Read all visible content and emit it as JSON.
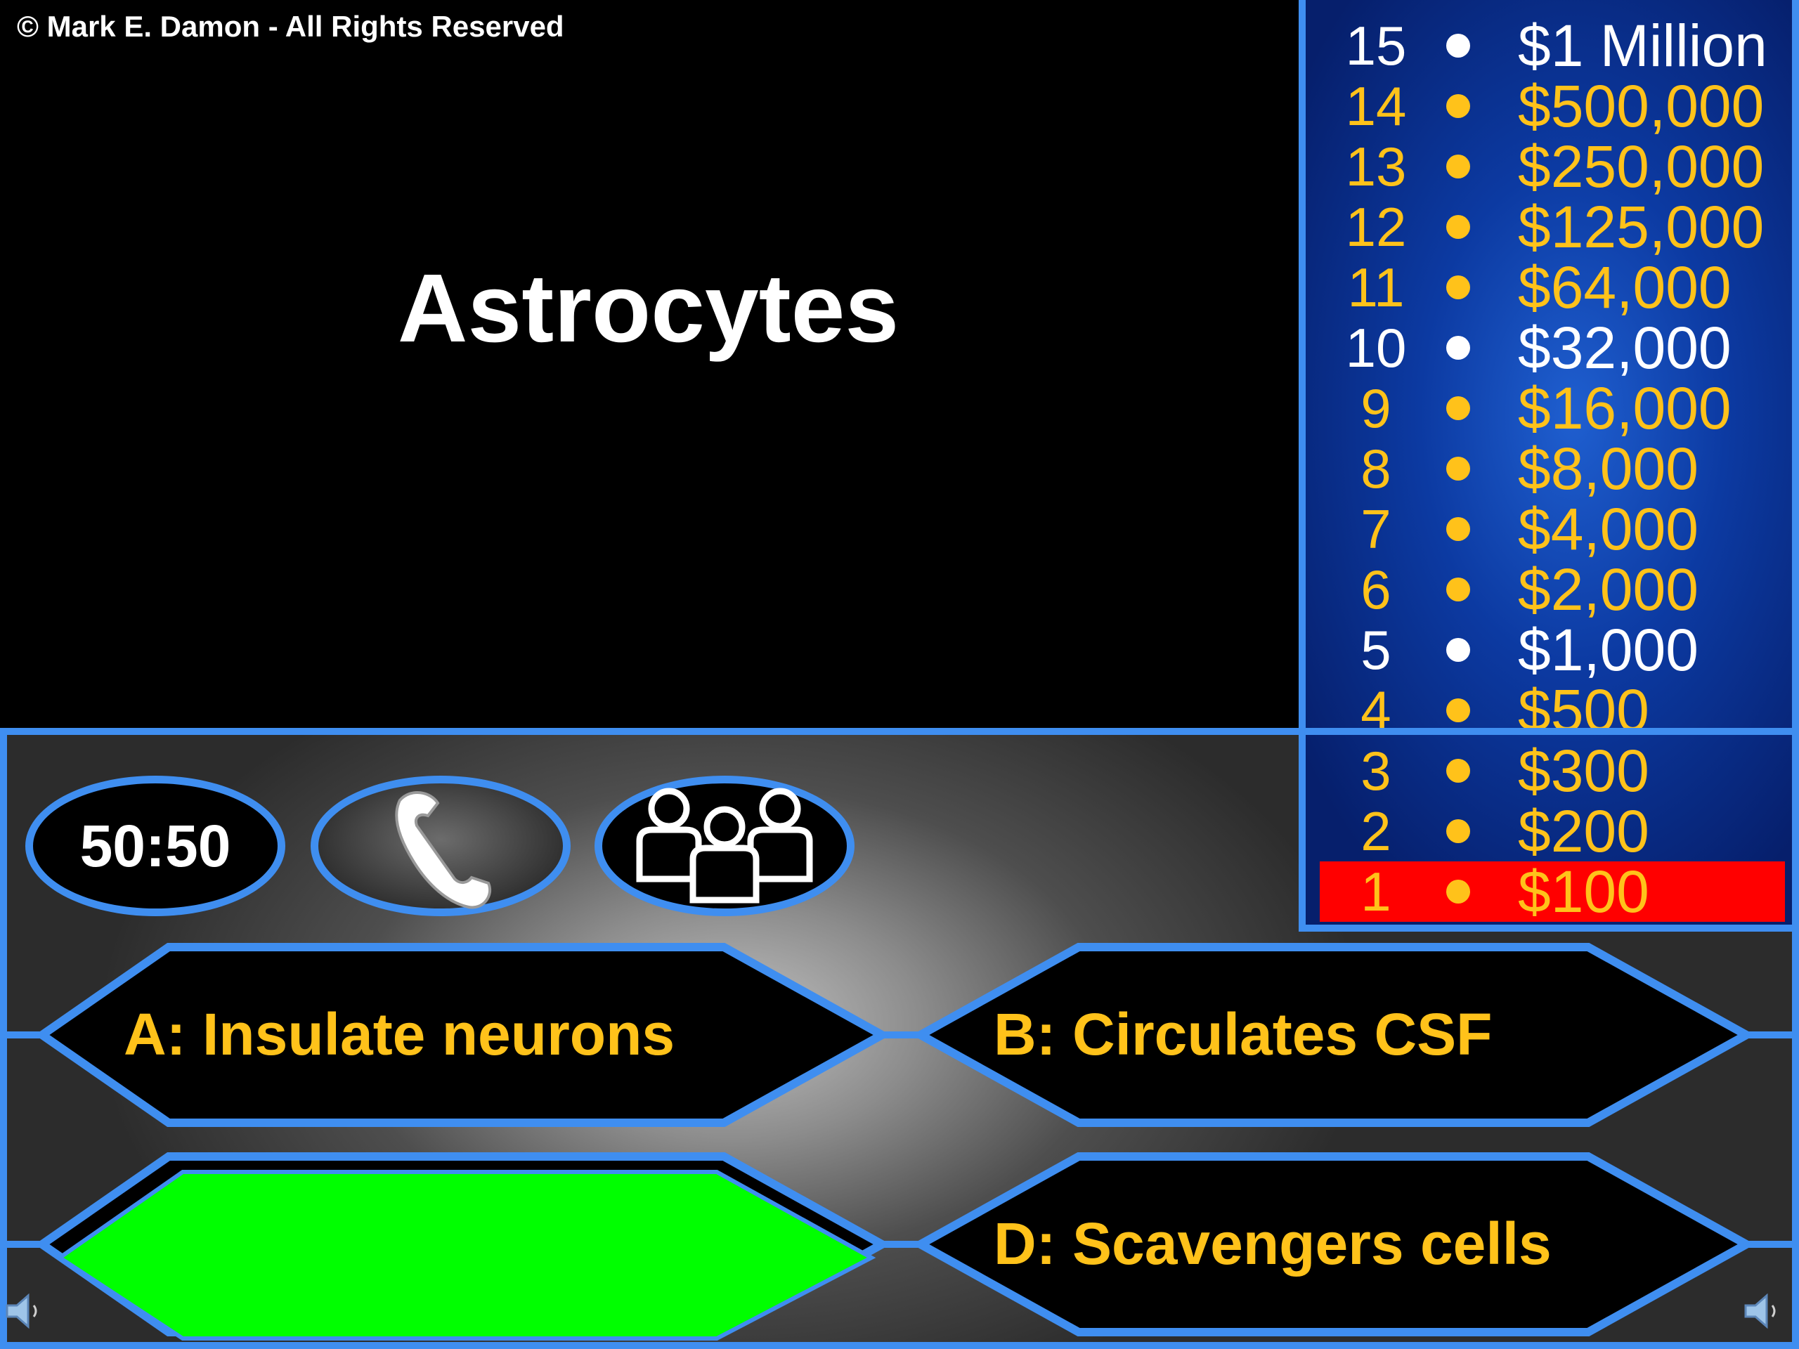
{
  "copyright": "© Mark E. Damon - All Rights Reserved",
  "question": "Astrocytes",
  "lifelines": {
    "fifty_fifty": "50:50",
    "phone_icon": "phone-icon",
    "audience_icon": "audience-icon"
  },
  "answers": {
    "a": "A:  Insulate neurons",
    "b": "B:  Circulates CSF",
    "c": "",
    "d": "D:  Scavengers cells"
  },
  "ladder": [
    {
      "level": "15",
      "amount": "$1 Million",
      "color": "#ffffff"
    },
    {
      "level": "14",
      "amount": "$500,000",
      "color": "#ffc21a"
    },
    {
      "level": "13",
      "amount": "$250,000",
      "color": "#ffc21a"
    },
    {
      "level": "12",
      "amount": "$125,000",
      "color": "#ffc21a"
    },
    {
      "level": "11",
      "amount": "$64,000",
      "color": "#ffc21a"
    },
    {
      "level": "10",
      "amount": "$32,000",
      "color": "#ffffff"
    },
    {
      "level": "9",
      "amount": "$16,000",
      "color": "#ffc21a"
    },
    {
      "level": "8",
      "amount": "$8,000",
      "color": "#ffc21a"
    },
    {
      "level": "7",
      "amount": "$4,000",
      "color": "#ffc21a"
    },
    {
      "level": "6",
      "amount": "$2,000",
      "color": "#ffc21a"
    },
    {
      "level": "5",
      "amount": "$1,000",
      "color": "#ffffff"
    },
    {
      "level": "4",
      "amount": "$500",
      "color": "#ffc21a"
    },
    {
      "level": "3",
      "amount": "$300",
      "color": "#ffc21a"
    },
    {
      "level": "2",
      "amount": "$200",
      "color": "#ffc21a"
    },
    {
      "level": "1",
      "amount": "$100",
      "color": "#ffc21a",
      "current": true
    }
  ],
  "colors": {
    "accent": "#3f8ef0",
    "gold": "#ffc21a",
    "highlight": "#00ff00",
    "current_level": "#ff0000"
  }
}
